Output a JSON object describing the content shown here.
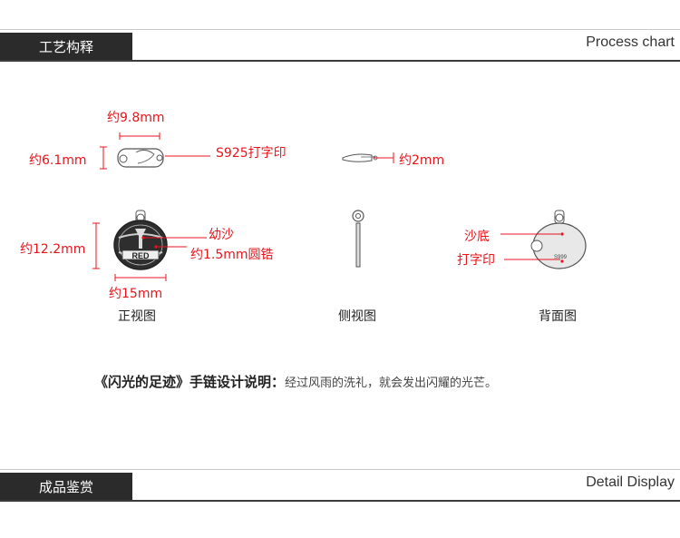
{
  "header_top": {
    "tab_label": "工艺构释",
    "title_en": "Process chart"
  },
  "front": {
    "width_clasp": "约9.8mm",
    "height_clasp": "约6.1mm",
    "stamp_clasp": "S925打字印",
    "height_charm": "约12.2mm",
    "finish": "幼沙",
    "setting": "约1.5mm圆锆",
    "width_charm": "约15mm",
    "caption": "正视图"
  },
  "side": {
    "thickness": "约2mm",
    "caption": "侧视图"
  },
  "back": {
    "finish": "沙底",
    "stamp": "打字印",
    "stamp_mark": "S999",
    "caption": "背面图"
  },
  "description": {
    "title": "《闪光的足迹》手链设计说明：",
    "text": "经过风雨的洗礼，就会发出闪耀的光芒。"
  },
  "header_bottom": {
    "tab_label": "成品鉴赏",
    "title_en": "Detail Display"
  },
  "colors": {
    "accent": "#e8141b",
    "bar": "#2b2b2b"
  }
}
